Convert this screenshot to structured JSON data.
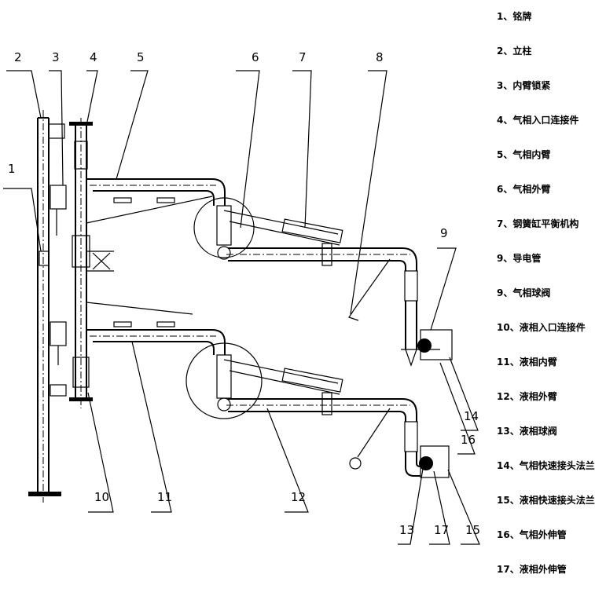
{
  "legend": [
    {
      "text": "1、铭牌"
    },
    {
      "text": "2、立柱"
    },
    {
      "text": "3、内臂锁紧"
    },
    {
      "text": "4、气相入口连接件"
    },
    {
      "text": "5、气相内臂"
    },
    {
      "text": "6、气相外臂"
    },
    {
      "text": "7、钢簧缸平衡机构"
    },
    {
      "text": "9、导电管"
    },
    {
      "text": "9、气相球阀"
    },
    {
      "text": "10、液相入口连接件"
    },
    {
      "text": "11、液相内臂"
    },
    {
      "text": "12、液相外臂"
    },
    {
      "text": "13、液相球阀"
    },
    {
      "text": "14、气相快速接头法兰"
    },
    {
      "text": "15、液相快速接头法兰"
    },
    {
      "text": "16、气相外伸管"
    },
    {
      "text": "17、液相外伸管"
    }
  ],
  "callouts": [
    "1",
    "2",
    "3",
    "4",
    "5",
    "6",
    "7",
    "8",
    "9",
    "10",
    "11",
    "12",
    "13",
    "14",
    "15",
    "16",
    "17"
  ]
}
